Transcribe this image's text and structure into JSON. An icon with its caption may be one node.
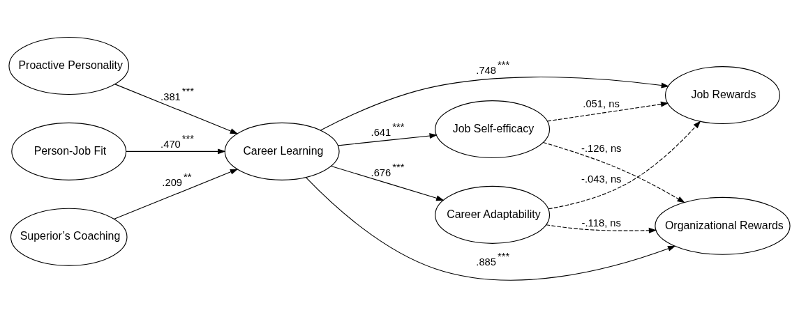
{
  "diagram": {
    "nodes": [
      {
        "text": [
          "Proactive Personality"
        ]
      },
      {
        "text": [
          "Person-Job Fit"
        ]
      },
      {
        "text": [
          "Superior’s Coaching"
        ]
      },
      {
        "text": [
          "Career Learning"
        ]
      },
      {
        "text": [
          "Career Adaptability"
        ]
      },
      {
        "text": [
          "Job Self-efficacy"
        ]
      },
      {
        "text": [
          "Job Rewards"
        ]
      },
      {
        "text": [
          "Organizational Rewards"
        ]
      }
    ],
    "edges": [
      {
        "from": 0,
        "to": 3,
        "arrow": "to",
        "label": ".381$^{***}$"
      },
      {
        "from": 1,
        "to": 3,
        "arrow": "to",
        "label": ".470$^{***}$"
      },
      {
        "from": 2,
        "to": 3,
        "arrow": "to",
        "label": ".209$^{**}$"
      },
      {
        "from": 3,
        "to": 4,
        "arrow": "to",
        "label": ".676$^{***}$"
      },
      {
        "from": 3,
        "to": 5,
        "arrow": "to",
        "label": ".641$^{***}$"
      },
      {
        "from": 3,
        "to": 6,
        "arrow": "to",
        "label": ".748$^{***}$"
      },
      {
        "from": 3,
        "to": 7,
        "arrow": "to",
        "label": ".885$^{***}$"
      },
      {
        "from": 4,
        "to": 6,
        "arrow": "to",
        "label": "-.043, ns",
        "style": "dashed"
      },
      {
        "from": 4,
        "to": 7,
        "arrow": "to",
        "label": "-.118, ns",
        "style": "dashed"
      },
      {
        "from": 5,
        "to": 6,
        "arrow": "to",
        "label": ".051, ns",
        "style": "dashed"
      },
      {
        "from": 5,
        "to": 7,
        "arrow": "to",
        "label": "-.126, ns",
        "style": "dashed"
      }
    ]
  }
}
